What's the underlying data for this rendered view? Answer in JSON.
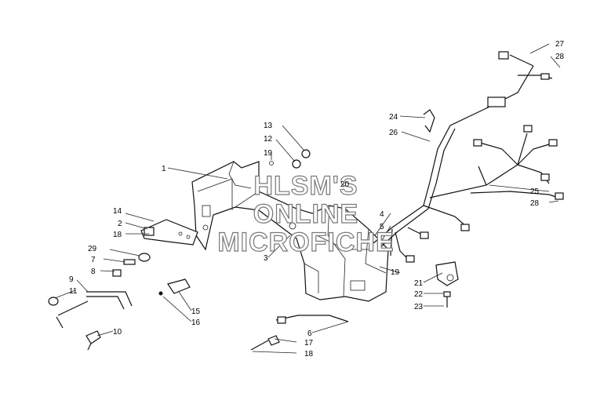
{
  "watermark": {
    "line1": "HLSM'S",
    "line2": "ONLINE",
    "line3": "MICROFICHE"
  },
  "callouts": [
    "1",
    "2",
    "3",
    "4",
    "5",
    "6",
    "7",
    "8",
    "9",
    "10",
    "11",
    "12",
    "13",
    "14",
    "15",
    "16",
    "17",
    "18",
    "18",
    "19",
    "19",
    "20",
    "21",
    "22",
    "23",
    "24",
    "25",
    "26",
    "27",
    "28",
    "28",
    "29"
  ]
}
